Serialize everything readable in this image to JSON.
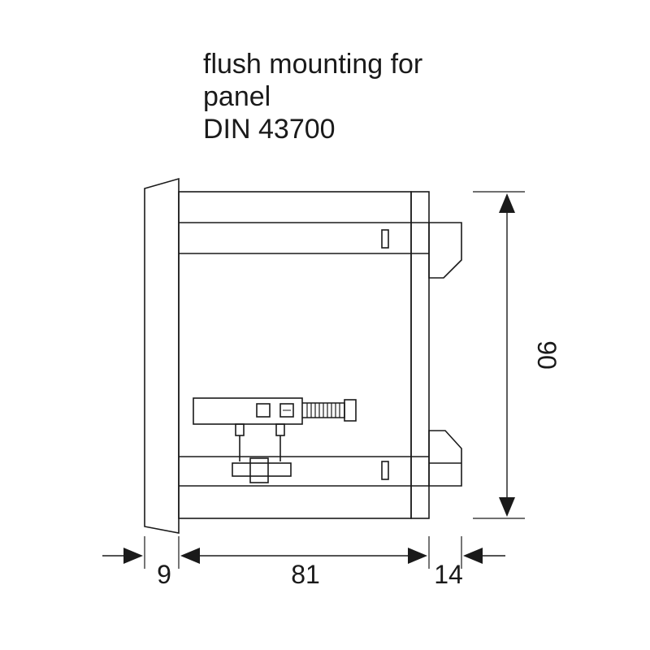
{
  "title": {
    "line1": "flush mounting for",
    "line2": "panel",
    "line3": "DIN 43700"
  },
  "dimensions": {
    "front_depth": "9",
    "body_depth": "81",
    "rear_depth": "14",
    "height": "90"
  },
  "colors": {
    "stroke": "#1a1a1a",
    "background": "#ffffff"
  }
}
